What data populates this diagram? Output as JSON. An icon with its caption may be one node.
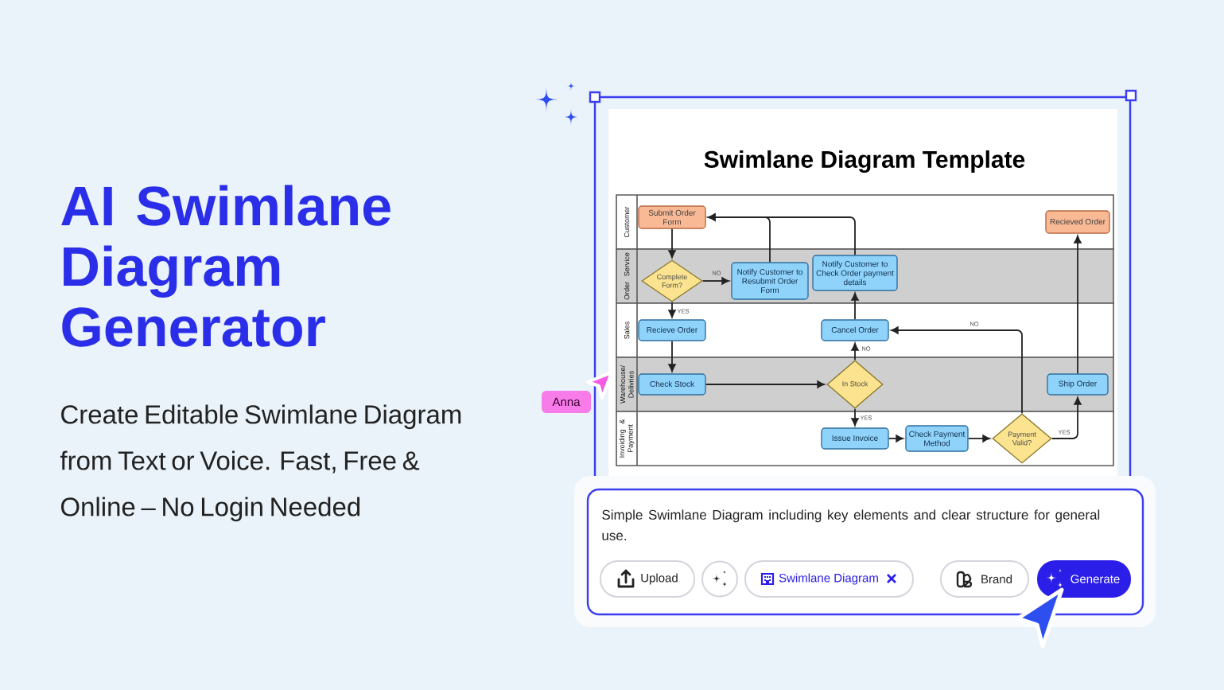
{
  "diagram": {
    "title": "AI Swimlane Diagram Generator",
    "nodes": [
      {
        "text": [
          "Customer"
        ]
      },
      {
        "text": [
          "Order Service"
        ]
      },
      {
        "text": [
          "Sales"
        ]
      },
      {
        "text": [
          "Warehouse/ Delivries"
        ]
      },
      {
        "text": [
          "Invoiding & Payment"
        ]
      },
      {
        "text": [
          "Submit Order Form"
        ],
        "in": 0
      },
      {
        "text": [
          "Recieved Order"
        ],
        "in": 0
      },
      {
        "text": [
          "Complete Form?"
        ],
        "in": 1
      },
      {
        "text": [
          "Notify Customer to Resubmit Order Form"
        ],
        "in": 1
      },
      {
        "text": [
          "Notify Customer to Check Order payment details"
        ],
        "in": 1
      },
      {
        "text": [
          "Recieve Order"
        ],
        "in": 2
      },
      {
        "text": [
          "Cancel Order"
        ],
        "in": 2
      },
      {
        "text": [
          "Check Stock"
        ],
        "in": 3
      },
      {
        "text": [
          "In Stock"
        ],
        "in": 3
      },
      {
        "text": [
          "Ship Order"
        ],
        "in": 3
      },
      {
        "text": [
          "Issue Invoice"
        ],
        "in": 4
      },
      {
        "text": [
          "Check Payment Method"
        ],
        "in": 4
      },
      {
        "text": [
          "Payment Valid?"
        ],
        "in": 4
      }
    ],
    "edges": [
      {
        "from": 5,
        "to": 7,
        "arrow": "to"
      },
      {
        "from": 7,
        "to": 8,
        "arrow": "to",
        "label": "NO"
      },
      {
        "from": 8,
        "to": 5,
        "arrow": "to"
      },
      {
        "from": 9,
        "to": 5,
        "arrow": "to"
      },
      {
        "from": 7,
        "to": 10,
        "arrow": "to",
        "label": "YES"
      },
      {
        "from": 10,
        "to": 12,
        "arrow": "to"
      },
      {
        "from": 12,
        "to": 13,
        "arrow": "to"
      },
      {
        "from": 13,
        "to": 11,
        "arrow": "to",
        "label": "NO"
      },
      {
        "from": 13,
        "to": 15,
        "arrow": "to",
        "label": "YES"
      },
      {
        "from": 11,
        "to": 9,
        "arrow": "to"
      },
      {
        "from": 15,
        "to": 16,
        "arrow": "to"
      },
      {
        "from": 16,
        "to": 17,
        "arrow": "to"
      },
      {
        "from": 17,
        "to": 11,
        "arrow": "to",
        "label": "NO"
      },
      {
        "from": 17,
        "to": 14,
        "arrow": "to",
        "label": "YES"
      },
      {
        "from": 14,
        "to": 6,
        "arrow": "to"
      }
    ],
    "labels": [
      "Create Editable Swimlane Diagram from Text or Voice. Fast, Free & Online – No Login Needed",
      "Swimlane Diagram Template",
      "Anna",
      "Simple Swimlane Diagram including key elements and clear structure for general use.",
      "Upload",
      "Swimlane Diagram",
      "Brand",
      "Generate"
    ]
  }
}
